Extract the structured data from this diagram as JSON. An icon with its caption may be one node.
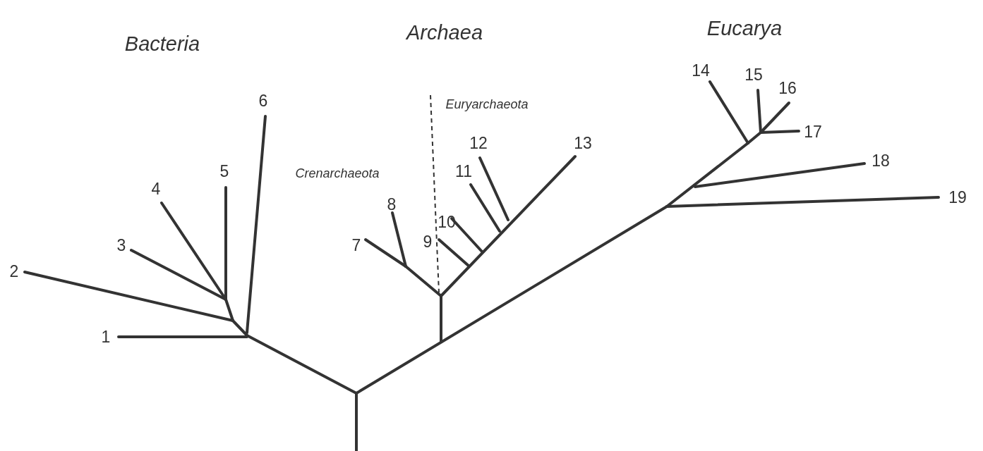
{
  "diagram": {
    "labels": [
      "Bacteria",
      "Archaea",
      "Eucarya",
      "Euryarchaeota",
      "Crenarchaeota",
      "1",
      "2",
      "3",
      "4",
      "5",
      "6",
      "7",
      "8",
      "9",
      "10",
      "11",
      "12",
      "13",
      "14",
      "15",
      "16",
      "17",
      "18",
      "19"
    ]
  }
}
